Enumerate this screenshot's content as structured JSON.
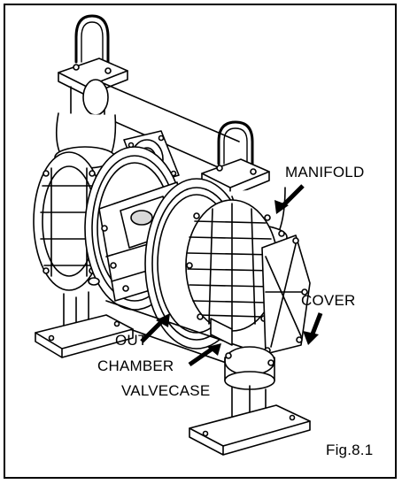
{
  "figure": {
    "caption": "Fig.8.1",
    "subject": "double diaphragm pump assembly"
  },
  "labels": {
    "manifold": "MANIFOLD",
    "cover": "COVER",
    "out": "OUT",
    "chamber": "CHAMBER",
    "valvecase": "VALVECASE"
  },
  "colors": {
    "line": "#000000",
    "background": "#ffffff",
    "shade": "#d9d9d9"
  }
}
